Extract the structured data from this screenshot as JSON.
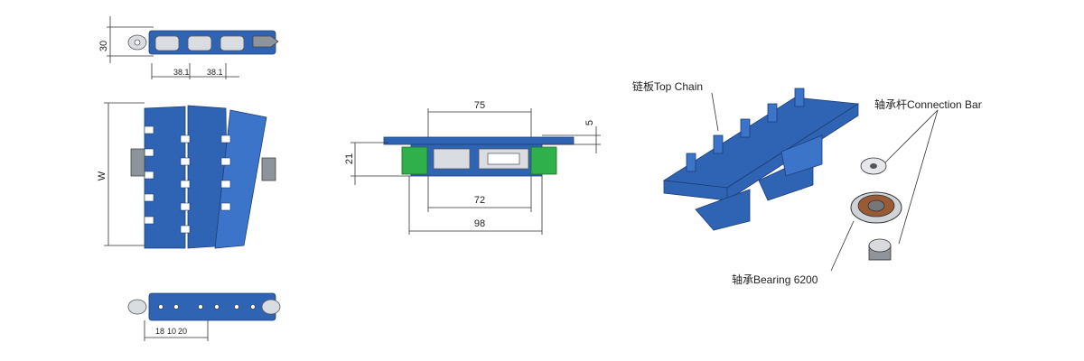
{
  "dimensions": {
    "side_top_height": "30",
    "pitch_1": "38.1",
    "pitch_2": "38.1",
    "width_label": "W",
    "top_width": "75",
    "top_thickness": "5",
    "total_height": "21",
    "inner_width": "72",
    "outer_width": "98",
    "bottom_1": "18",
    "bottom_2": "10",
    "bottom_3": "20"
  },
  "labels": {
    "top_chain": "链板Top Chain",
    "connection_bar": "轴承杆Connection Bar",
    "bearing": "轴承Bearing 6200"
  },
  "colors": {
    "chain_blue": "#2f63b3",
    "pad_green": "#2fb04a",
    "metal_gray": "#8e949b"
  }
}
